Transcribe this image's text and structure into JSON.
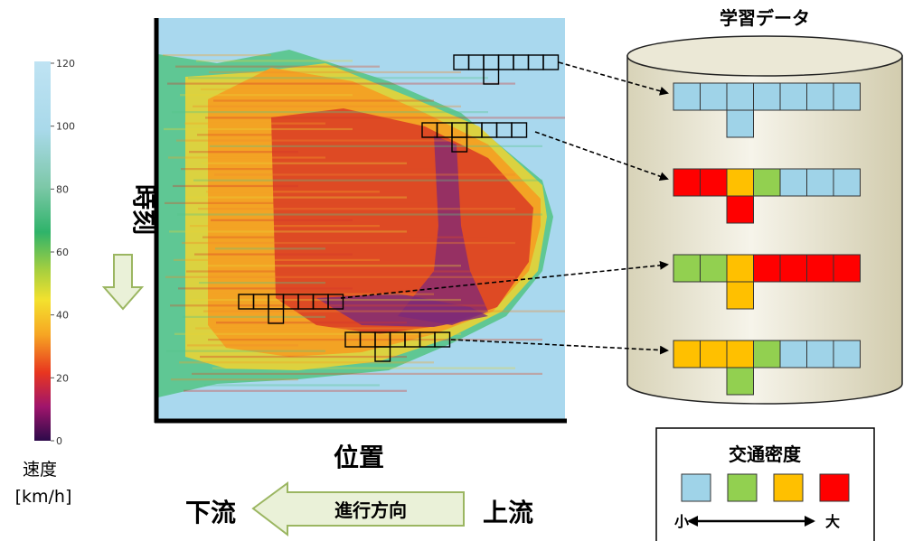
{
  "colorbar": {
    "ticks": [
      120,
      100,
      80,
      60,
      40,
      20,
      0
    ],
    "range": [
      0,
      120
    ],
    "label_line1": "速度",
    "label_line2": "[km/h]"
  },
  "heatmap": {
    "time_label": "時刻",
    "position_label": "位置"
  },
  "direction": {
    "downstream": "下流",
    "upstream": "上流",
    "travel_label": "進行方向"
  },
  "training_data": {
    "title": "学習データ",
    "patterns": [
      {
        "top": [
          "#9FD3E8",
          "#9FD3E8",
          "#9FD3E8",
          "#9FD3E8",
          "#9FD3E8",
          "#9FD3E8",
          "#9FD3E8"
        ],
        "tail": "#9FD3E8"
      },
      {
        "top": [
          "#FF0000",
          "#FF0000",
          "#FFC000",
          "#92D050",
          "#9FD3E8",
          "#9FD3E8",
          "#9FD3E8"
        ],
        "tail": "#FF0000"
      },
      {
        "top": [
          "#92D050",
          "#92D050",
          "#FFC000",
          "#FF0000",
          "#FF0000",
          "#FF0000",
          "#FF0000"
        ],
        "tail": "#FFC000"
      },
      {
        "top": [
          "#FFC000",
          "#FFC000",
          "#FFC000",
          "#92D050",
          "#9FD3E8",
          "#9FD3E8",
          "#9FD3E8"
        ],
        "tail": "#92D050"
      }
    ]
  },
  "legend": {
    "title": "交通密度",
    "colors": [
      "#9FD3E8",
      "#92D050",
      "#FFC000",
      "#FF0000"
    ],
    "small": "小",
    "large": "大"
  },
  "colors": {
    "light_blue": "#9FD3E8",
    "green": "#92D050",
    "orange": "#FFC000",
    "red": "#FF0000",
    "arrow_fill": "#EAF1D8",
    "arrow_stroke": "#9BB661",
    "cylinder_fill": "#E6E2CC"
  }
}
